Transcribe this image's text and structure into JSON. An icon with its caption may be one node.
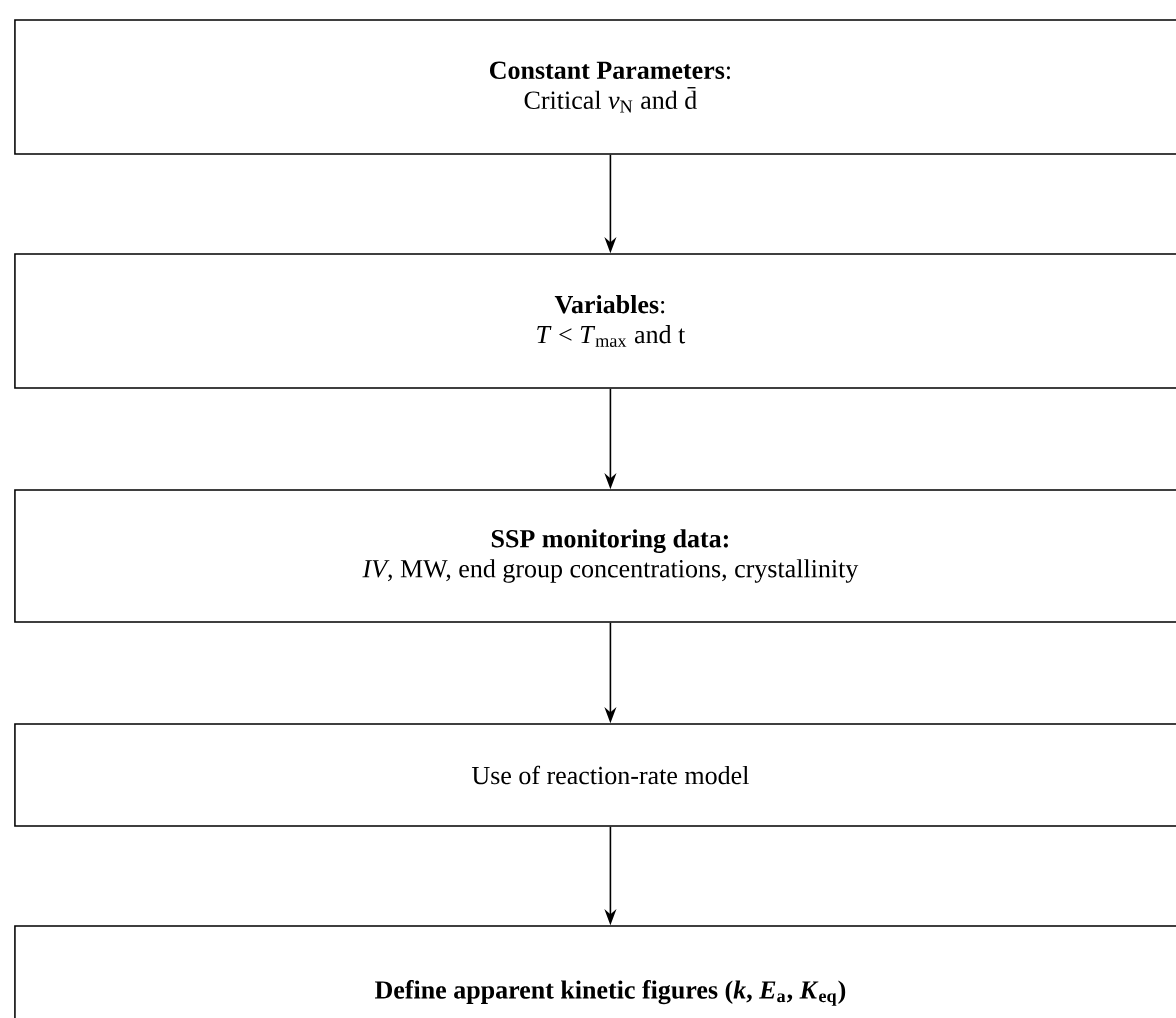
{
  "diagram": {
    "nodes": [
      {
        "text": [
          "**Constant Parameters**:",
          "Critical *ν*$_{N}$ and d̄"
        ]
      },
      {
        "text": [
          "**Variables**:",
          "*T* < *T*$_{max}$ and t"
        ]
      },
      {
        "text": [
          "**SSP monitoring data:**",
          "*IV*, MW, end group concentrations, crystallinity"
        ]
      },
      {
        "text": [
          "Use of reaction-rate model"
        ]
      },
      {
        "text": [
          "Define apparent kinetic figures (*k*, *E*$_{a}$, *K*$_{eq}$)"
        ]
      }
    ],
    "edges": [
      {
        "from": 0,
        "to": 1,
        "arrow": "to"
      },
      {
        "from": 1,
        "to": 2,
        "arrow": "to"
      },
      {
        "from": 2,
        "to": 3,
        "arrow": "to"
      },
      {
        "from": 3,
        "to": 4,
        "arrow": "to"
      }
    ]
  }
}
